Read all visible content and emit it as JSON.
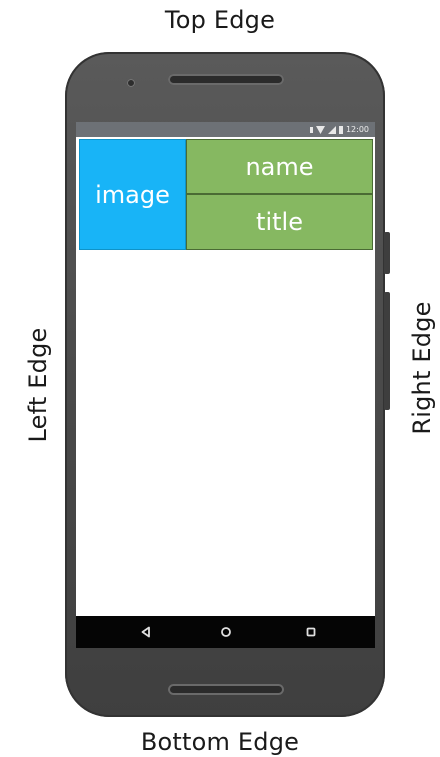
{
  "labels": {
    "top": "Top Edge",
    "bottom": "Bottom Edge",
    "left": "Left Edge",
    "right": "Right Edge"
  },
  "screen": {
    "status_time": "12:00",
    "image_label": "image",
    "name_label": "name",
    "title_label": "title"
  },
  "nav_icons": [
    "back-icon",
    "home-icon",
    "recents-icon"
  ],
  "colors": {
    "phone_body": "#4a4a4a",
    "status_bar": "#6d7176",
    "image_box": "#18b4f7",
    "text_boxes": "#86b861",
    "nav_bar": "#050505"
  }
}
